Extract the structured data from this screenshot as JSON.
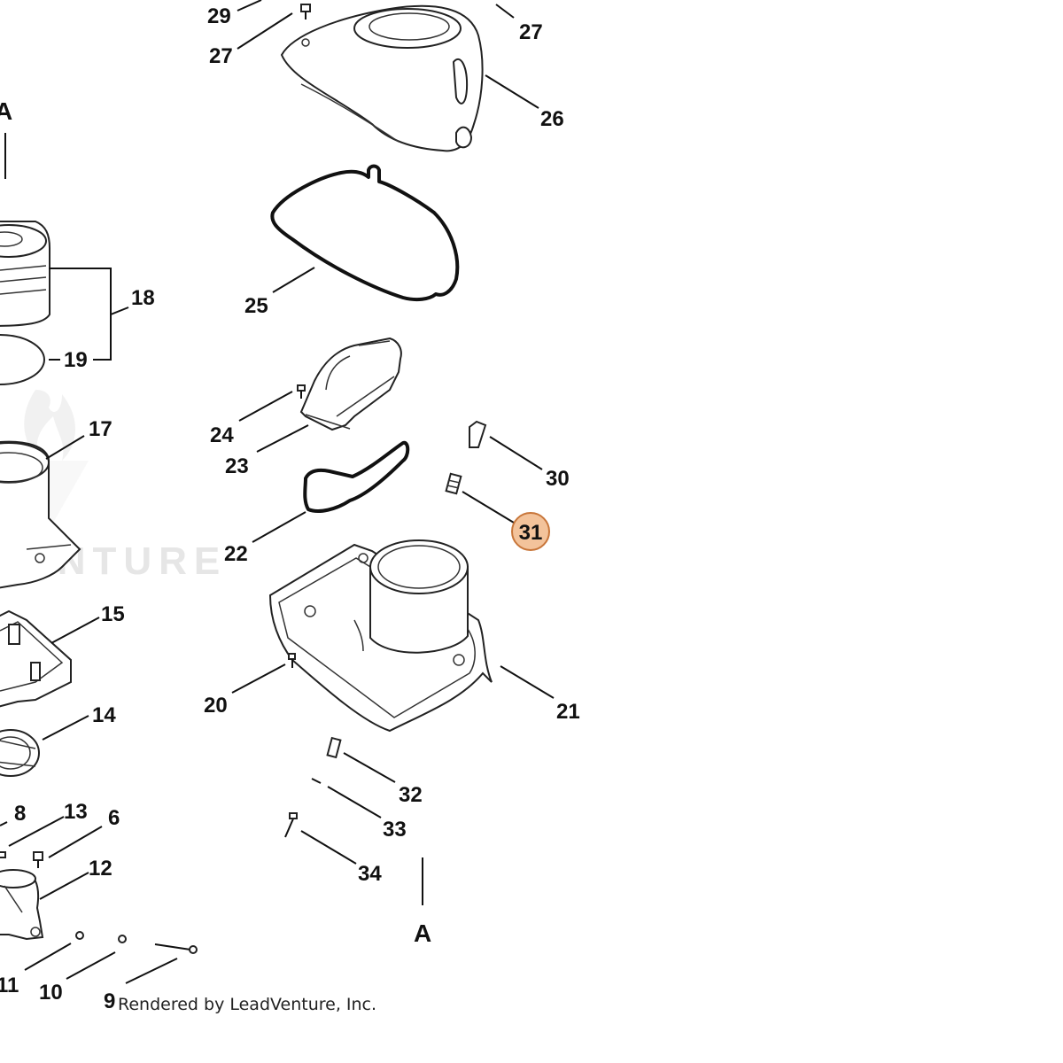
{
  "watermark": {
    "text": "VENTURE"
  },
  "credit": {
    "text": "Rendered by LeadVenture, Inc."
  },
  "section_marker": {
    "top": "A",
    "bottom": "A"
  },
  "highlight": {
    "label": "31",
    "fill": "#f3c39b",
    "stroke": "#c8763a"
  },
  "labels": {
    "p29": "29",
    "p27a": "27",
    "p27b": "27",
    "p26": "26",
    "p25": "25",
    "p18": "18",
    "p19": "19",
    "p17": "17",
    "p24": "24",
    "p23": "23",
    "p30": "30",
    "p22": "22",
    "p15": "15",
    "p20": "20",
    "p21": "21",
    "p14": "14",
    "p32": "32",
    "p33": "33",
    "p8": "8",
    "p13": "13",
    "p6": "6",
    "p34": "34",
    "p12": "12",
    "p11": "11",
    "p10": "10",
    "p9": "9"
  }
}
